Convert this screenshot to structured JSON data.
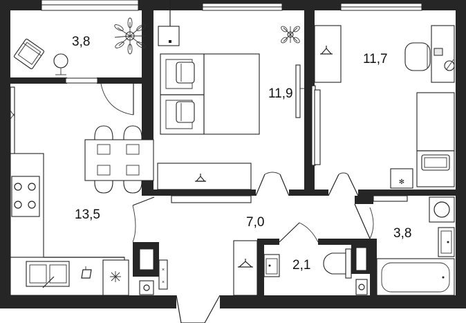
{
  "rooms": [
    {
      "id": "balcony",
      "area": "3,8"
    },
    {
      "id": "bedroom",
      "area": "11,9"
    },
    {
      "id": "kids-room",
      "area": "11,7"
    },
    {
      "id": "kitchen-living",
      "area": "13,5"
    },
    {
      "id": "hallway",
      "area": "7,0"
    },
    {
      "id": "toilet",
      "area": "2,1"
    },
    {
      "id": "bathroom",
      "area": "3,8"
    }
  ]
}
